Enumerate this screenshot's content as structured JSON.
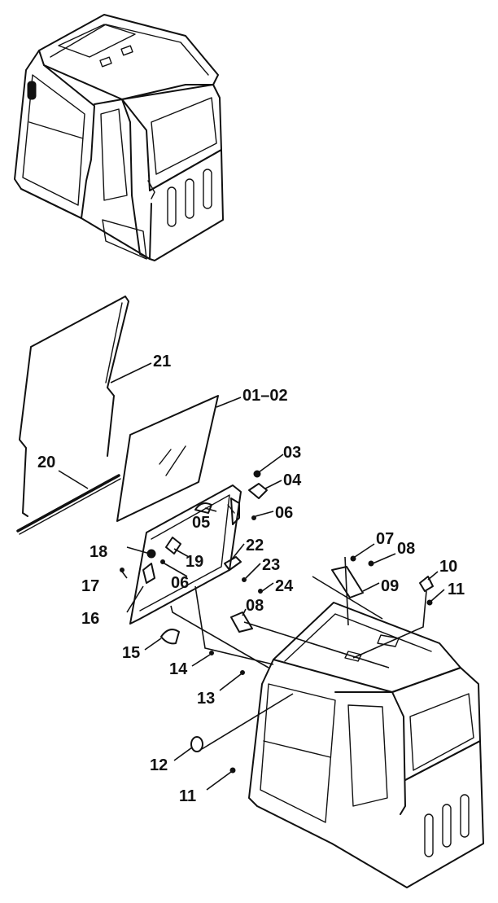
{
  "callouts": {
    "p21": "21",
    "p01_02": "01–02",
    "p20": "20",
    "p03": "03",
    "p04": "04",
    "p05": "05",
    "p06a": "06",
    "p06b": "06",
    "p07": "07",
    "p08a": "08",
    "p08b": "08",
    "p09": "09",
    "p10": "10",
    "p11a": "11",
    "p11b": "11",
    "p12": "12",
    "p13": "13",
    "p14": "14",
    "p15": "15",
    "p16": "16",
    "p17": "17",
    "p18": "18",
    "p19": "19",
    "p22": "22",
    "p23": "23",
    "p24": "24"
  }
}
